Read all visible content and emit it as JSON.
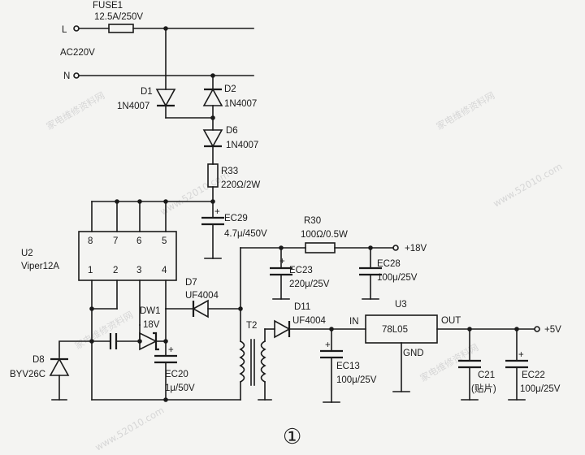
{
  "watermarks": [
    "家电维修资料网",
    "www.52010.com",
    "家电维修资料网",
    "www.52010.com",
    "家电维修资料网",
    "www.52010.com",
    "家电维修资料网"
  ],
  "fuse": {
    "name": "FUSE1",
    "value": "12.5A/250V"
  },
  "input": {
    "l": "L",
    "n": "N",
    "label": "AC220V"
  },
  "d1": {
    "name": "D1",
    "value": "1N4007"
  },
  "d2": {
    "name": "D2",
    "value": "1N4007"
  },
  "d6": {
    "name": "D6",
    "value": "1N4007"
  },
  "r33": {
    "name": "R33",
    "value": "220Ω/2W"
  },
  "ec29": {
    "name": "EC29",
    "value": "4.7μ/450V"
  },
  "u2": {
    "name": "U2",
    "part": "Viper12A",
    "pins_top": [
      "8",
      "7",
      "6",
      "5"
    ],
    "pins_bottom": [
      "1",
      "2",
      "3",
      "4"
    ]
  },
  "r30": {
    "name": "R30",
    "value": "100Ω/0.5W"
  },
  "out18": "+18V",
  "ec23": {
    "name": "EC23",
    "value": "220μ/25V"
  },
  "ec28": {
    "name": "EC28",
    "value": "100μ/25V"
  },
  "d7": {
    "name": "D7",
    "value": "UF4004"
  },
  "dw1": {
    "name": "DW1",
    "value": "18V"
  },
  "d8": {
    "name": "D8",
    "value": "BYV26C"
  },
  "ec20": {
    "name": "EC20",
    "value": "1μ/50V"
  },
  "t2": "T2",
  "d11": {
    "name": "D11",
    "value": "UF4004"
  },
  "u3": {
    "name": "U3",
    "part": "78L05",
    "in": "IN",
    "out": "OUT",
    "gnd": "GND"
  },
  "out5": "+5V",
  "ec13": {
    "name": "EC13",
    "value": "100μ/25V"
  },
  "c21": {
    "name": "C21",
    "value": "(贴片)"
  },
  "ec22": {
    "name": "EC22",
    "value": "100μ/25V"
  },
  "fig_number": "①"
}
